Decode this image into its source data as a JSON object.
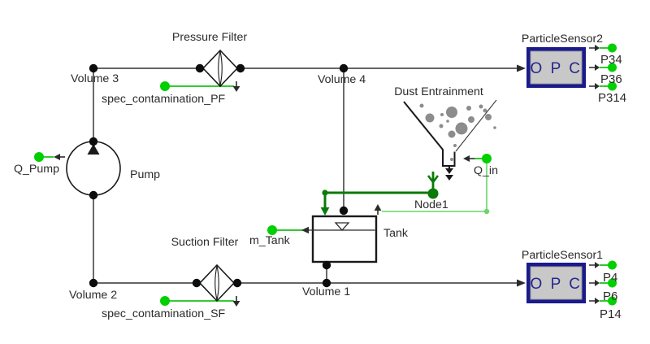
{
  "components": {
    "pressure_filter": {
      "label": "Pressure Filter"
    },
    "suction_filter": {
      "label": "Suction Filter"
    },
    "pump": {
      "label": "Pump"
    },
    "tank": {
      "label": "Tank"
    },
    "dust_entrainment": {
      "label": "Dust Entrainment"
    },
    "node1": {
      "label": "Node1"
    },
    "particle_sensor2": {
      "label": "ParticleSensor2",
      "box_text": "O P C",
      "ports": {
        "p1": "P34",
        "p2": "P36",
        "p3": "P314"
      }
    },
    "particle_sensor1": {
      "label": "ParticleSensor1",
      "box_text": "O P C",
      "ports": {
        "p1": "P4",
        "p2": "P6",
        "p3": "P14"
      }
    }
  },
  "volumes": {
    "volume1": "Volume 1",
    "volume2": "Volume 2",
    "volume3": "Volume 3",
    "volume4": "Volume 4"
  },
  "signals": {
    "spec_contamination_pf": "spec_contamination_PF",
    "spec_contamination_sf": "spec_contamination_SF",
    "m_tank": "m_Tank",
    "q_pump": "Q_Pump",
    "q_in": "Q_in"
  },
  "colors": {
    "signal_green": "#17c317",
    "signal_dot_green": "#00d000",
    "light_green": "#6bd46b",
    "node_dark_green": "#0a7a0a",
    "sensor_border_navy": "#1a1a8c",
    "sensor_fill_gray": "#c8c8c8",
    "line_gray": "#4f4f4f",
    "particle_gray": "#8c8c8c"
  }
}
